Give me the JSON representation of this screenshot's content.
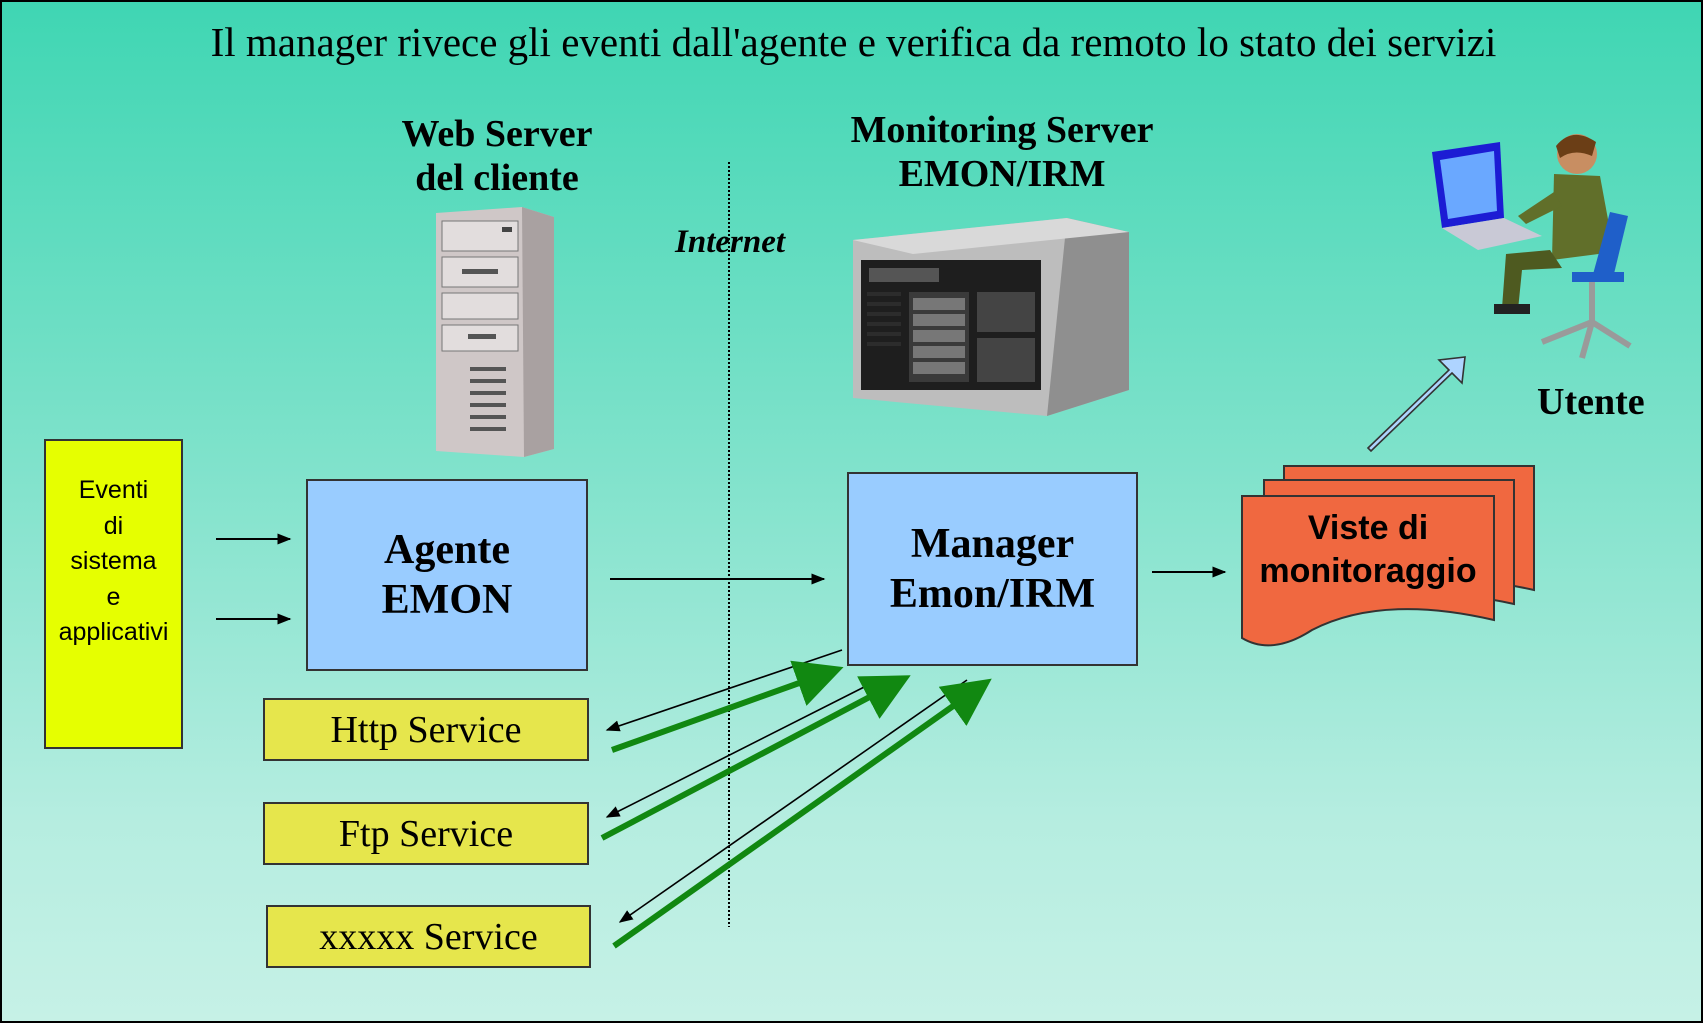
{
  "title": "Il manager rivece gli eventi dall'agente e verifica da remoto lo stato dei servizi",
  "web_server": {
    "line1": "Web Server",
    "line2": "del cliente"
  },
  "monitoring_server": {
    "line1": "Monitoring Server",
    "line2": "EMON/IRM"
  },
  "internet_label": "Internet",
  "user_label": "Utente",
  "events_box": {
    "lines": [
      "Eventi",
      "di",
      "sistema",
      "e",
      "applicativi"
    ]
  },
  "agent_box": {
    "line1": "Agente",
    "line2": "EMON"
  },
  "manager_box": {
    "line1": "Manager",
    "line2": "Emon/IRM"
  },
  "views_doc": {
    "line1": "Viste di",
    "line2": "monitoraggio"
  },
  "services": [
    "Http Service",
    "Ftp Service",
    "xxxxx Service"
  ],
  "colors": {
    "agent_fill": "#99ccff",
    "service_fill": "#e6e64c",
    "events_fill": "#e6ff00",
    "views_fill": "#f06840",
    "check_arrow": "#118811",
    "user_arrow": "#aed4ff"
  },
  "icons": [
    "tower-server-icon",
    "rack-server-icon",
    "user-at-laptop-icon"
  ]
}
